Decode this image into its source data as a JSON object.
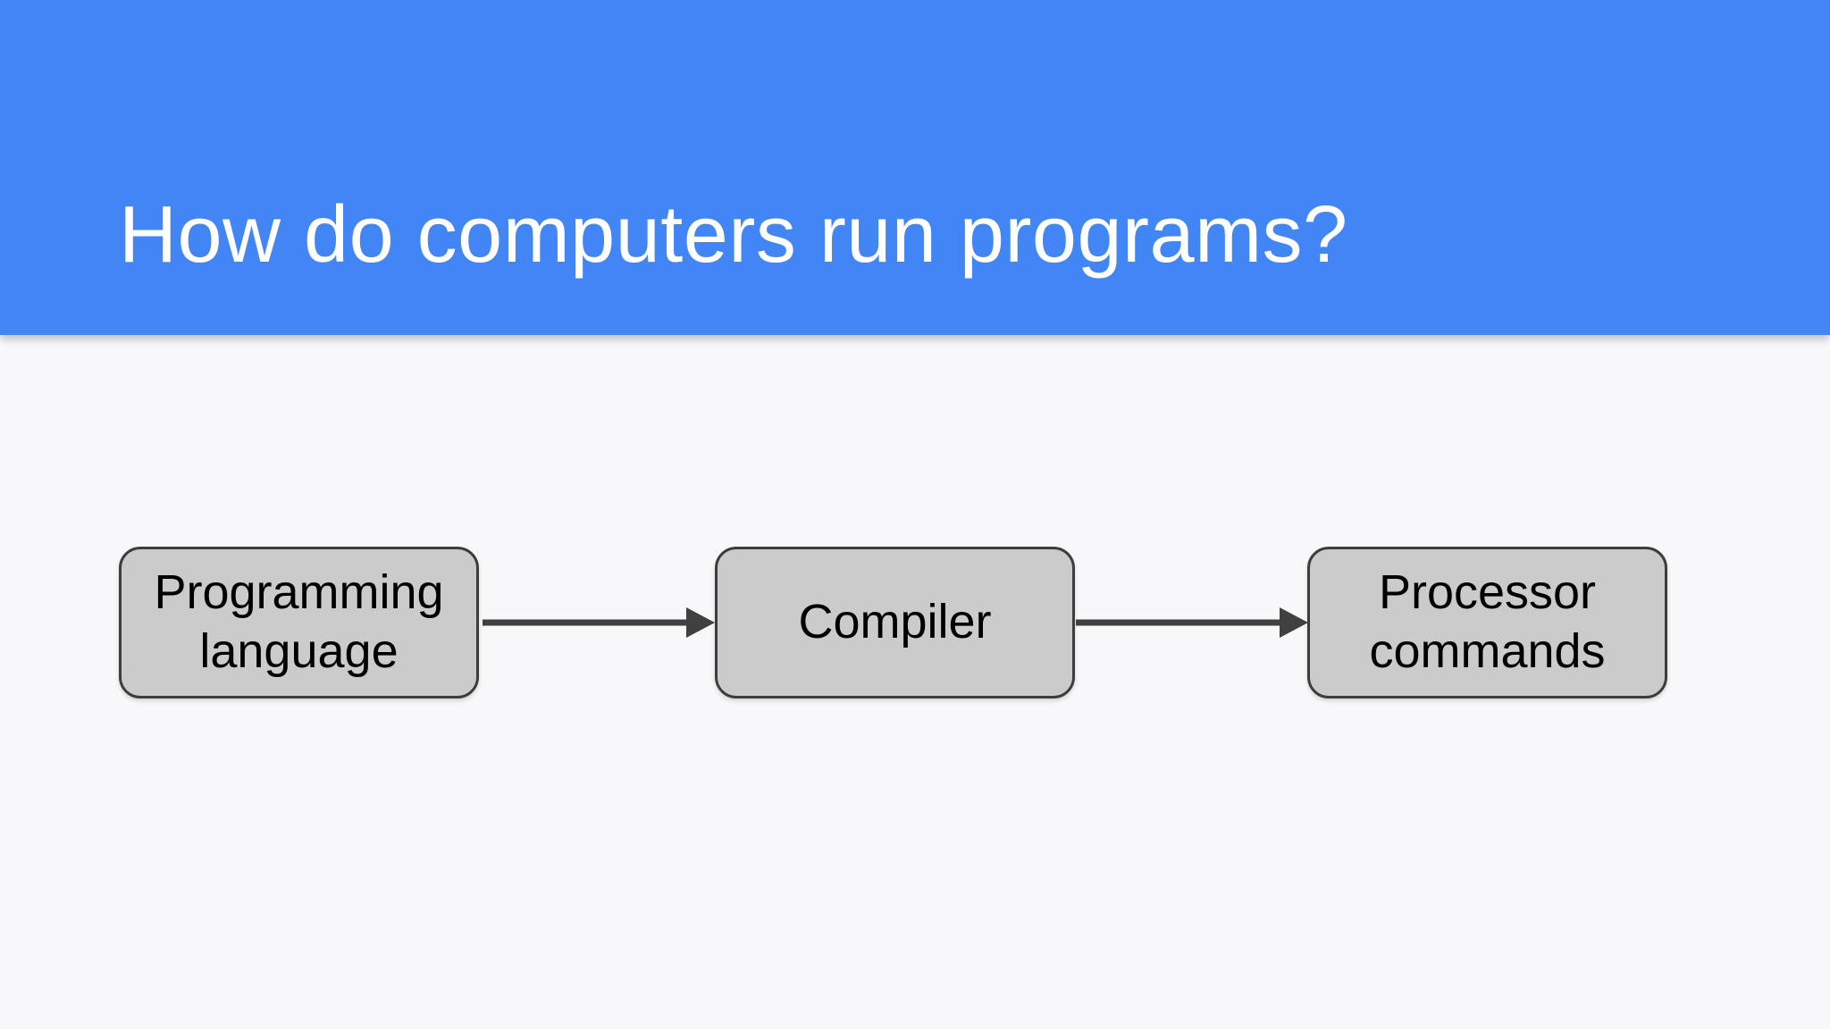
{
  "slide": {
    "title": "How do computers run programs?"
  },
  "diagram": {
    "nodes": [
      {
        "id": "programming-language",
        "label": "Programming language"
      },
      {
        "id": "compiler",
        "label": "Compiler"
      },
      {
        "id": "processor-commands",
        "label": "Processor commands"
      }
    ],
    "edges": [
      {
        "from": "programming-language",
        "to": "compiler"
      },
      {
        "from": "compiler",
        "to": "processor-commands"
      }
    ]
  },
  "colors": {
    "header_bg": "#4285f4",
    "title_text": "#ffffff",
    "body_bg": "#f8f8fa",
    "node_fill": "#cbcbcb",
    "node_border": "#3d3d3d",
    "node_text": "#000000",
    "arrow": "#404040"
  }
}
